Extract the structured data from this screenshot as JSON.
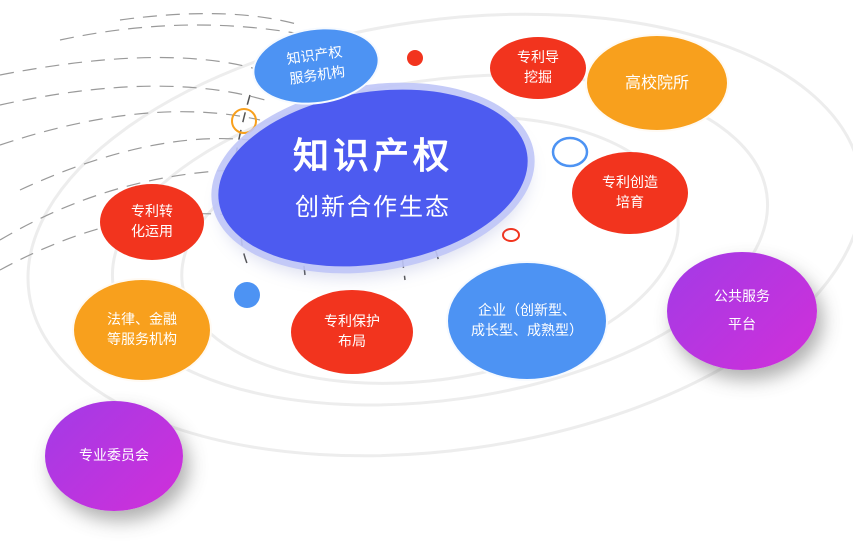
{
  "center": {
    "title": "知识产权",
    "subtitle": "创新合作生态"
  },
  "nodes": {
    "ip_service_agency": "知识产权\n服务机构",
    "patent_navigation": "专利导\n挖掘",
    "universities": "高校院所",
    "patent_cultivation": "专利创造\n培育",
    "patent_transfer": "专利转\n化运用",
    "legal_finance": "法律、金融\n等服务机构",
    "patent_protection": "专利保护\n布局",
    "enterprises": "企业（创新型、\n成长型、成熟型）",
    "public_platform": "公共服务\n平台",
    "committee": "专业委员会"
  },
  "colors": {
    "center": "#4d5bf0",
    "red": "#f2341e",
    "orange": "#f8a01d",
    "blue": "#4d93f3",
    "purple": "#b535df"
  }
}
